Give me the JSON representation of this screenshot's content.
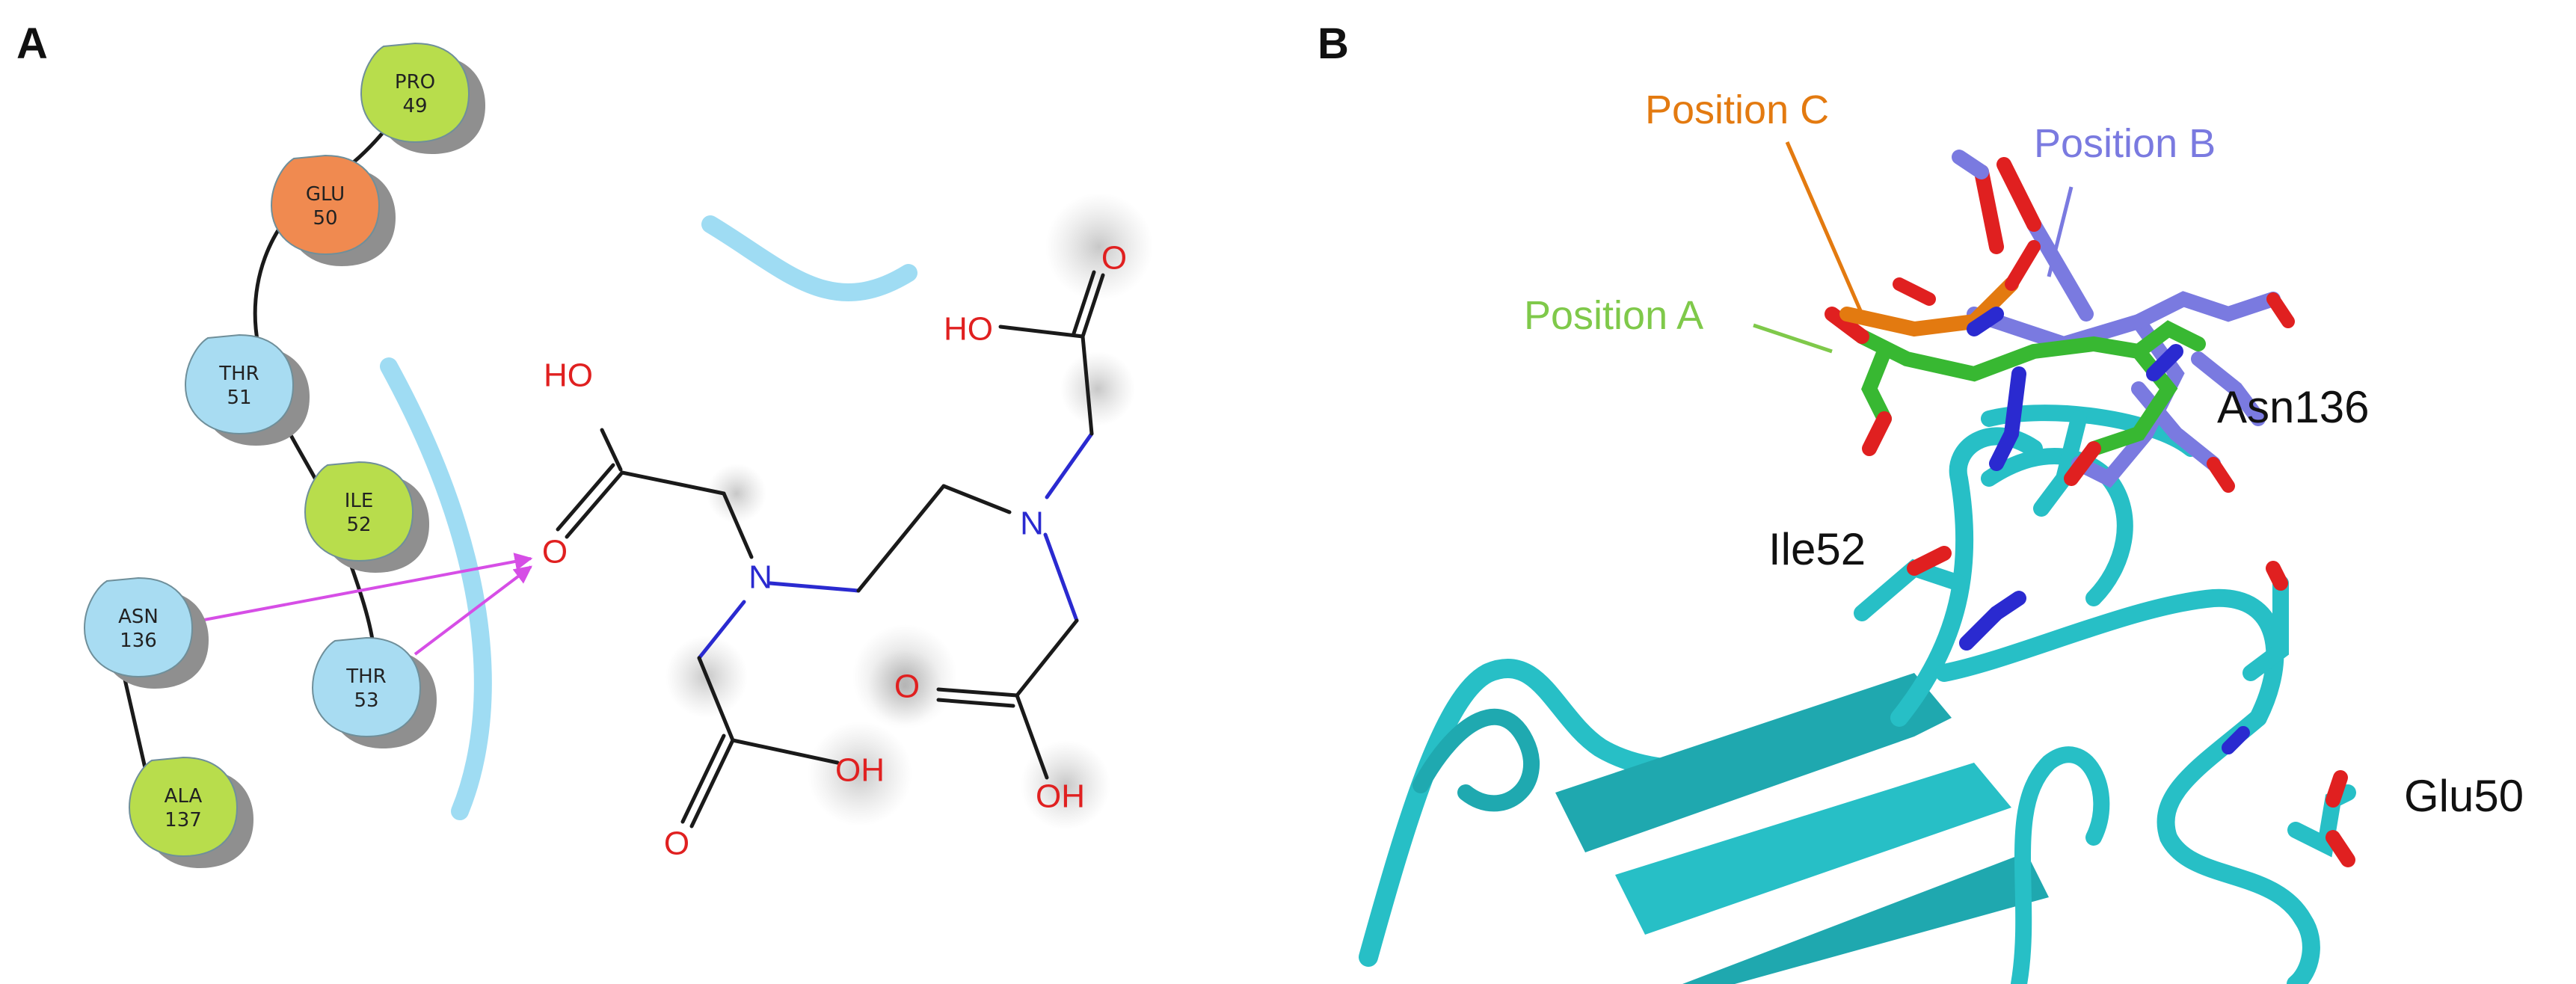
{
  "panels": {
    "a": {
      "letter": "A"
    },
    "b": {
      "letter": "B"
    }
  },
  "residues": [
    {
      "name": "PRO",
      "number": "49",
      "color": "#b8dd4c"
    },
    {
      "name": "GLU",
      "number": "50",
      "color": "#f08a50"
    },
    {
      "name": "THR",
      "number": "51",
      "color": "#a8dcf2"
    },
    {
      "name": "ILE",
      "number": "52",
      "color": "#b8dd4c"
    },
    {
      "name": "ASN",
      "number": "136",
      "color": "#a8dcf2"
    },
    {
      "name": "THR",
      "number": "53",
      "color": "#a8dcf2"
    },
    {
      "name": "ALA",
      "number": "137",
      "color": "#b8dd4c"
    }
  ],
  "ligand_atoms": {
    "oh": "OH",
    "ho": "HO",
    "o": "O",
    "n": "N"
  },
  "positions": [
    {
      "label": "Position C",
      "color": "#e37a10"
    },
    {
      "label": "Position B",
      "color": "#7a7ae0"
    },
    {
      "label": "Position A",
      "color": "#7fc94a"
    }
  ],
  "structure_labels": {
    "asn136": "Asn136",
    "ile52": "Ile52",
    "glu50": "Glu50"
  },
  "colors": {
    "hbond": "#d64ee6",
    "solvent": "#7fd0ef",
    "protein": "#27bfc6",
    "nitrogen": "#2a2ad0",
    "oxygen": "#e02020"
  }
}
